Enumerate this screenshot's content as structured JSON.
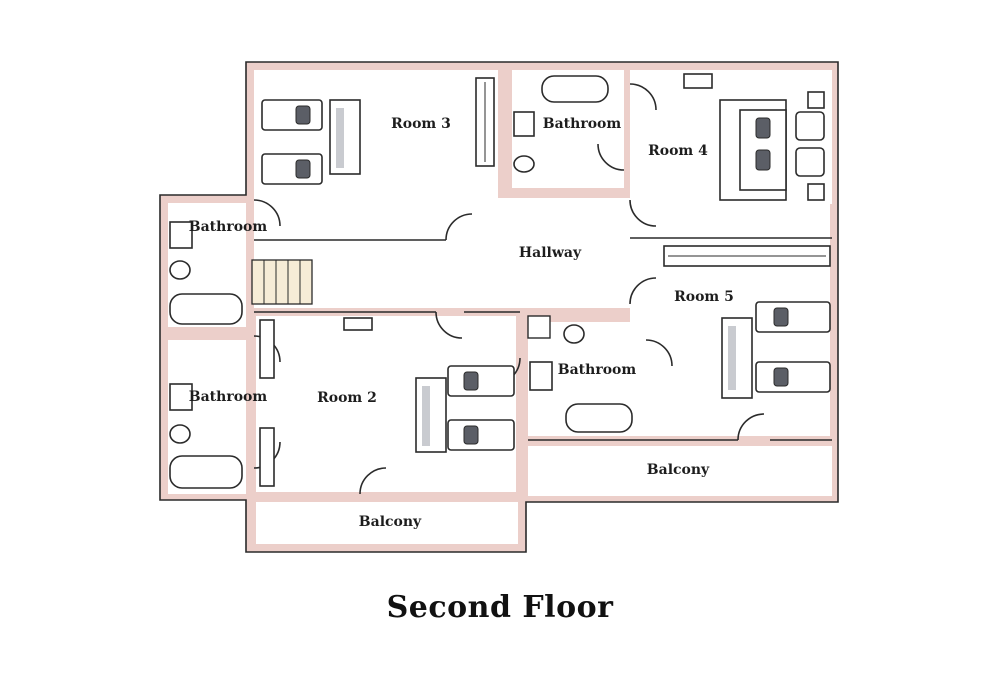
{
  "title": "Second Floor",
  "rooms": {
    "room3": "Room 3",
    "bathroom_top": "Bathroom",
    "room4": "Room 4",
    "bathroom_left_upper": "Bathroom",
    "hallway": "Hallway",
    "room5": "Room 5",
    "bathroom_middle": "Bathroom",
    "room2": "Room 2",
    "bathroom_left_lower": "Bathroom",
    "balcony_right": "Balcony",
    "balcony_left": "Balcony"
  },
  "colors": {
    "wall_fill": "#eccfca",
    "wall_outline": "#2a2a2a",
    "stairs": "#f6ecd6",
    "fixture_shade": "#c9cbd0"
  }
}
